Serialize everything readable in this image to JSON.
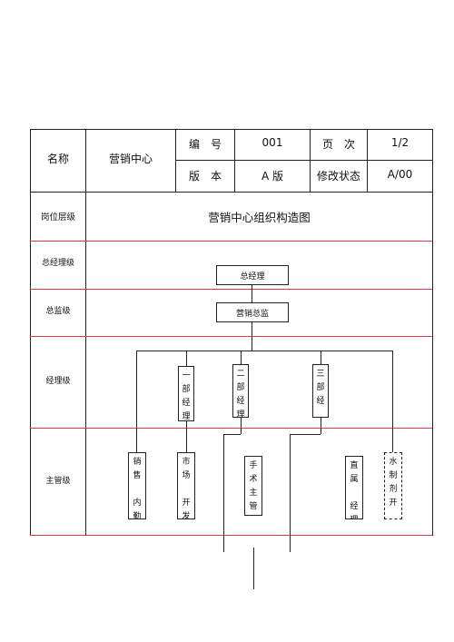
{
  "header": {
    "name_label": "名称",
    "name_value": "营销中心",
    "code_label": "编　号",
    "code_value": "001",
    "page_label": "页　次",
    "page_value": "1/2",
    "version_label": "版　本",
    "version_value": "A 版",
    "revision_label": "修改状态",
    "revision_value": "A/00"
  },
  "levels": {
    "level_header": "岗位层级",
    "chart_title": "营销中心组织构造图",
    "gm": "总经理级",
    "director": "总监级",
    "manager": "经理级",
    "supervisor": "主管级"
  },
  "org": {
    "gm_box": "总经理",
    "director_box": "营销总监",
    "dept1": [
      "一",
      "部",
      "经",
      "理"
    ],
    "dept2": [
      "二",
      "部",
      "经",
      "理"
    ],
    "dept3": [
      "三",
      "部",
      "经"
    ],
    "sup1": [
      "销",
      "售",
      "",
      "内",
      "勤"
    ],
    "sup2": [
      "市",
      "场",
      "",
      "开",
      "发"
    ],
    "sup3": [
      "手",
      "术",
      "主",
      "管"
    ],
    "sup4": [
      "直",
      "属",
      "",
      "经",
      "理"
    ],
    "sup5": [
      "水",
      "制",
      "剂",
      "开"
    ]
  }
}
